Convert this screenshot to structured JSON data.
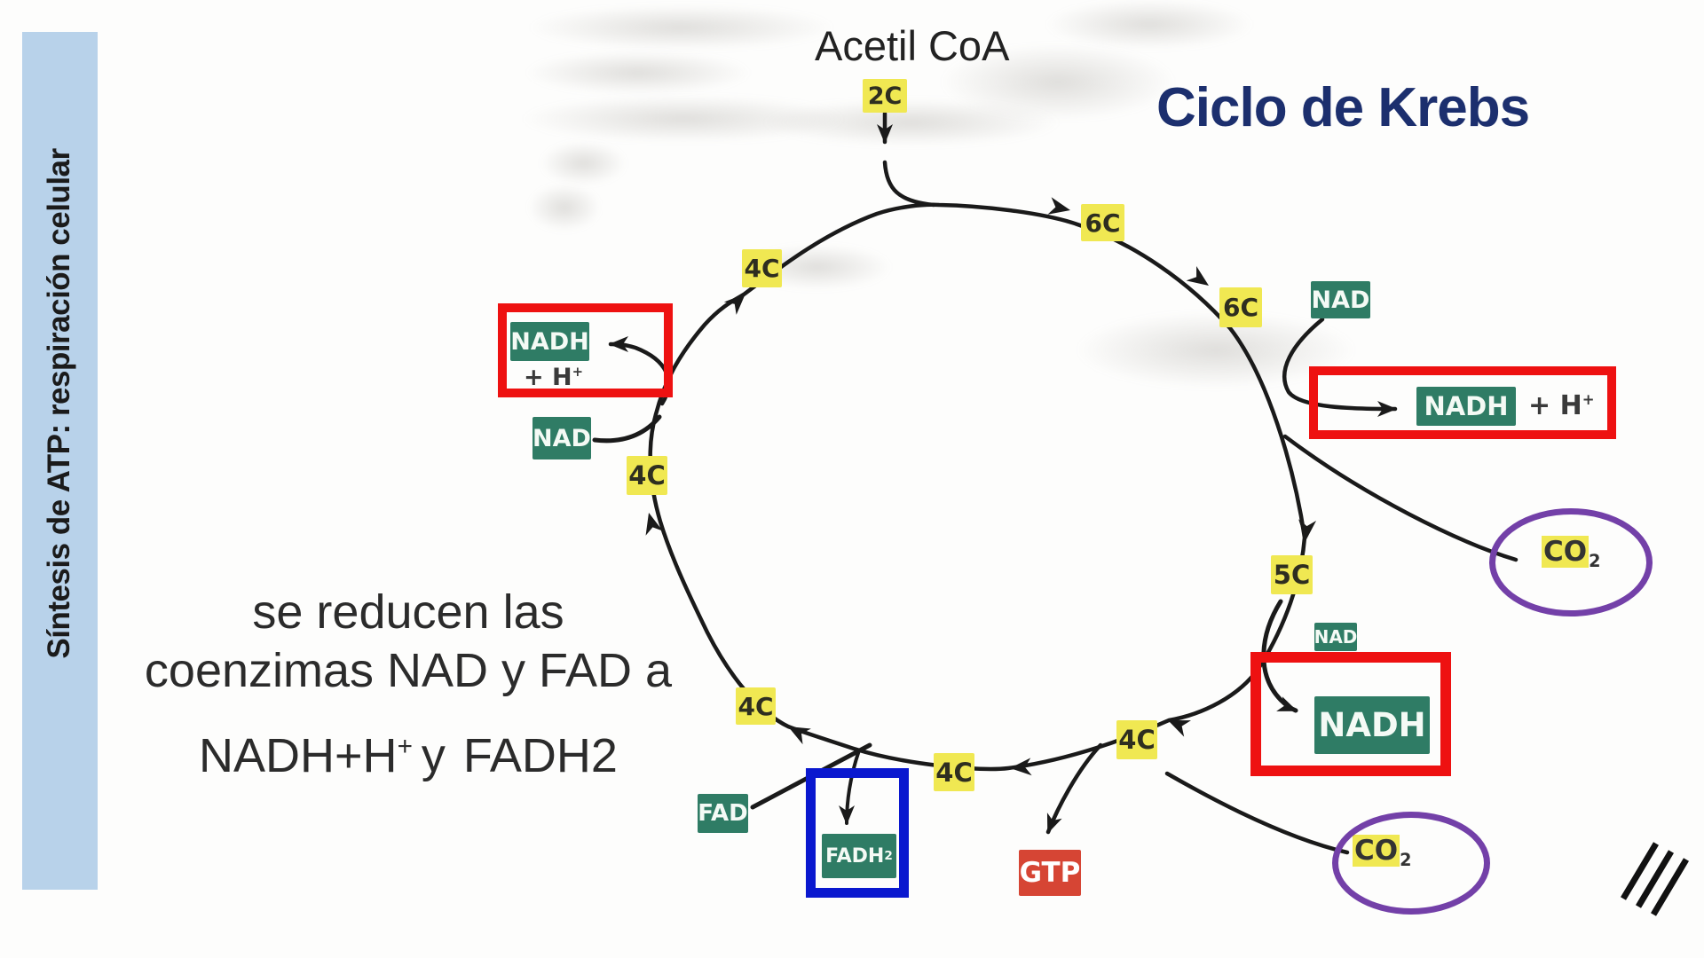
{
  "sidebar": {
    "label": "Síntesis de ATP: respiración celular"
  },
  "header": {
    "title": "Ciclo de Krebs"
  },
  "diagram": {
    "acetil_label": "Acetil CoA",
    "carbons": {
      "c2": "2C",
      "c6_top": "6C",
      "c6_right": "6C",
      "c5": "5C",
      "c4_bottom_right": "4C",
      "c4_bottom_mid": "4C",
      "c4_bottom_left": "4C",
      "c4_west": "4C",
      "c4_northwest": "4C"
    },
    "coenzymes": {
      "nad_right": "NAD",
      "nadh_right": "NADH",
      "nad_bottom": "NAD",
      "nadh_bottom": "NADH",
      "nad_left": "NAD",
      "nadh_left": "NADH",
      "fad": "FAD",
      "fadh2_base": "FADH",
      "fadh2_sub": "2",
      "hplus_base": "+ H",
      "hplus_sup": "+"
    },
    "gtp": "GTP",
    "co2": {
      "base": "CO",
      "sub": "2"
    }
  },
  "caption": {
    "line1": "se reducen las",
    "line2": "coenzimas NAD y FAD a",
    "line3_base": "NADH+H",
    "line3_sup": "+",
    "line3_mid": "y",
    "line3_end": "FADH2"
  },
  "colors": {
    "sidebar_bg": "#b8d2ea",
    "title": "#1c2f6e",
    "carbon_box": "#f0e852",
    "coenzyme_box": "#2f7c65",
    "gtp_box": "#d64534",
    "highlight_red": "#ee1111",
    "highlight_blue": "#0a18cf",
    "highlight_purple": "#7340a8",
    "arrow": "#1a1a1a"
  }
}
